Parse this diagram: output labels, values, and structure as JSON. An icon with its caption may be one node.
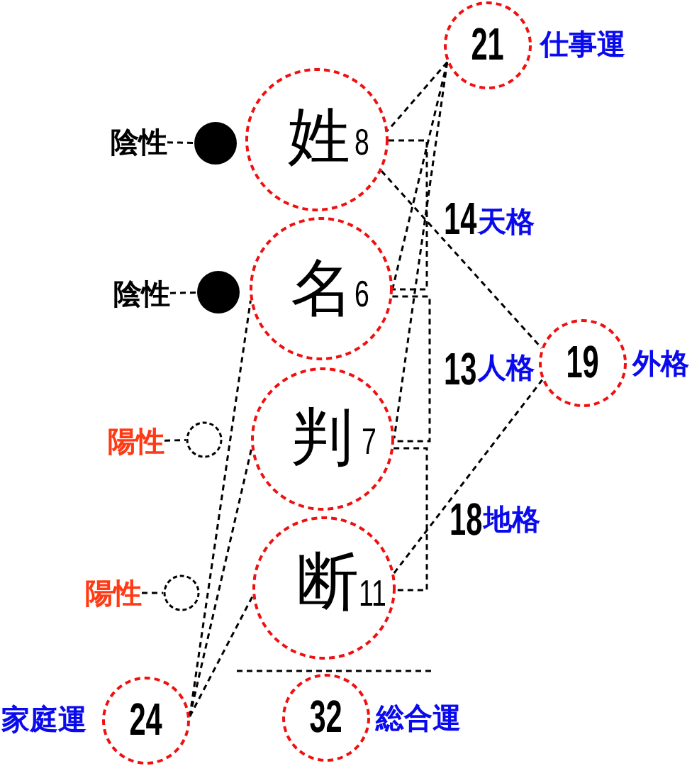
{
  "diagram": {
    "nodes": [
      {
        "text": [
          "21"
        ],
        "beside": [
          "仕事運"
        ]
      },
      {
        "text": [
          "陰性"
        ]
      },
      {
        "text": [],
        "shape": "circle"
      },
      {
        "text": [
          "姓",
          "8"
        ]
      },
      {
        "text": [
          "陰性"
        ]
      },
      {
        "text": [],
        "shape": "circle"
      },
      {
        "text": [
          "名",
          "6"
        ]
      },
      {
        "text": [
          "19"
        ],
        "beside": [
          "外格"
        ]
      },
      {
        "text": [
          "陽性"
        ]
      },
      {
        "text": [],
        "shape": "circle"
      },
      {
        "text": [
          "判",
          "7"
        ]
      },
      {
        "text": [
          "陽性"
        ]
      },
      {
        "text": [],
        "shape": "circle"
      },
      {
        "text": [
          "断",
          "11"
        ]
      },
      {
        "text": [
          "24"
        ],
        "beside": [
          "家庭運"
        ]
      },
      {
        "text": [
          "32"
        ],
        "beside": [
          "総合運"
        ]
      }
    ],
    "edges": [
      {
        "from": 1,
        "to": 2,
        "arrow": "none",
        "style": "dashed"
      },
      {
        "from": 4,
        "to": 5,
        "arrow": "none",
        "style": "dashed"
      },
      {
        "from": 8,
        "to": 9,
        "arrow": "none",
        "style": "dashed"
      },
      {
        "from": 11,
        "to": 12,
        "arrow": "none",
        "style": "dashed"
      },
      {
        "from": 0,
        "to": 3,
        "arrow": "none",
        "style": "dashed"
      },
      {
        "from": 0,
        "to": 6,
        "arrow": "none",
        "style": "dashed"
      },
      {
        "from": 0,
        "to": 10,
        "arrow": "none",
        "style": "dashed"
      },
      {
        "from": 3,
        "to": 7,
        "arrow": "none",
        "style": "dashed"
      },
      {
        "from": 13,
        "to": 7,
        "arrow": "none",
        "style": "dashed"
      },
      {
        "from": 14,
        "to": 6,
        "arrow": "none",
        "style": "dashed"
      },
      {
        "from": 14,
        "to": 10,
        "arrow": "none",
        "style": "dashed"
      },
      {
        "from": 14,
        "to": 13,
        "arrow": "none",
        "style": "dashed"
      }
    ],
    "labels": [
      "14",
      "天格",
      "13",
      "人格",
      "18",
      "地格"
    ]
  }
}
